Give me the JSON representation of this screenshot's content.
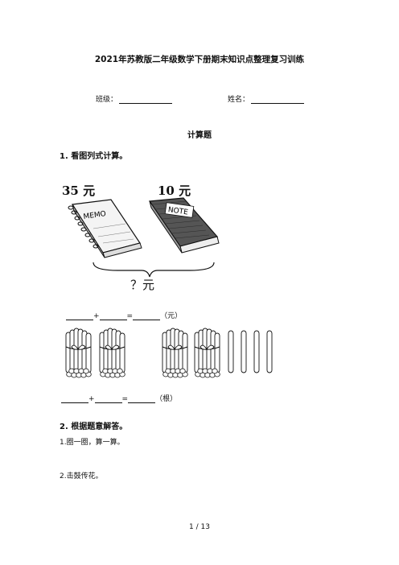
{
  "doc_title": "2021年苏教版二年级数学下册期末知识点整理复习训练",
  "class_label": "班级：",
  "name_label": "姓名：",
  "section_title": "计算题",
  "q1": {
    "label": "1.  看图列式计算。",
    "price_left": "35 元",
    "price_right": "10 元",
    "memo_text": "MEMO",
    "note_text": "NOTE",
    "total": "？元",
    "eq1_op1": "+",
    "eq1_op2": "=",
    "eq1_unit": "（元）",
    "eq2_op1": "+",
    "eq2_op2": "=",
    "eq2_unit": "（根）"
  },
  "q2": {
    "label": "2.  根据题意解答。",
    "item1": "1.圈一圈，算一算。",
    "item2": "2.击鼓传花。"
  },
  "page_number": "1  /  13"
}
